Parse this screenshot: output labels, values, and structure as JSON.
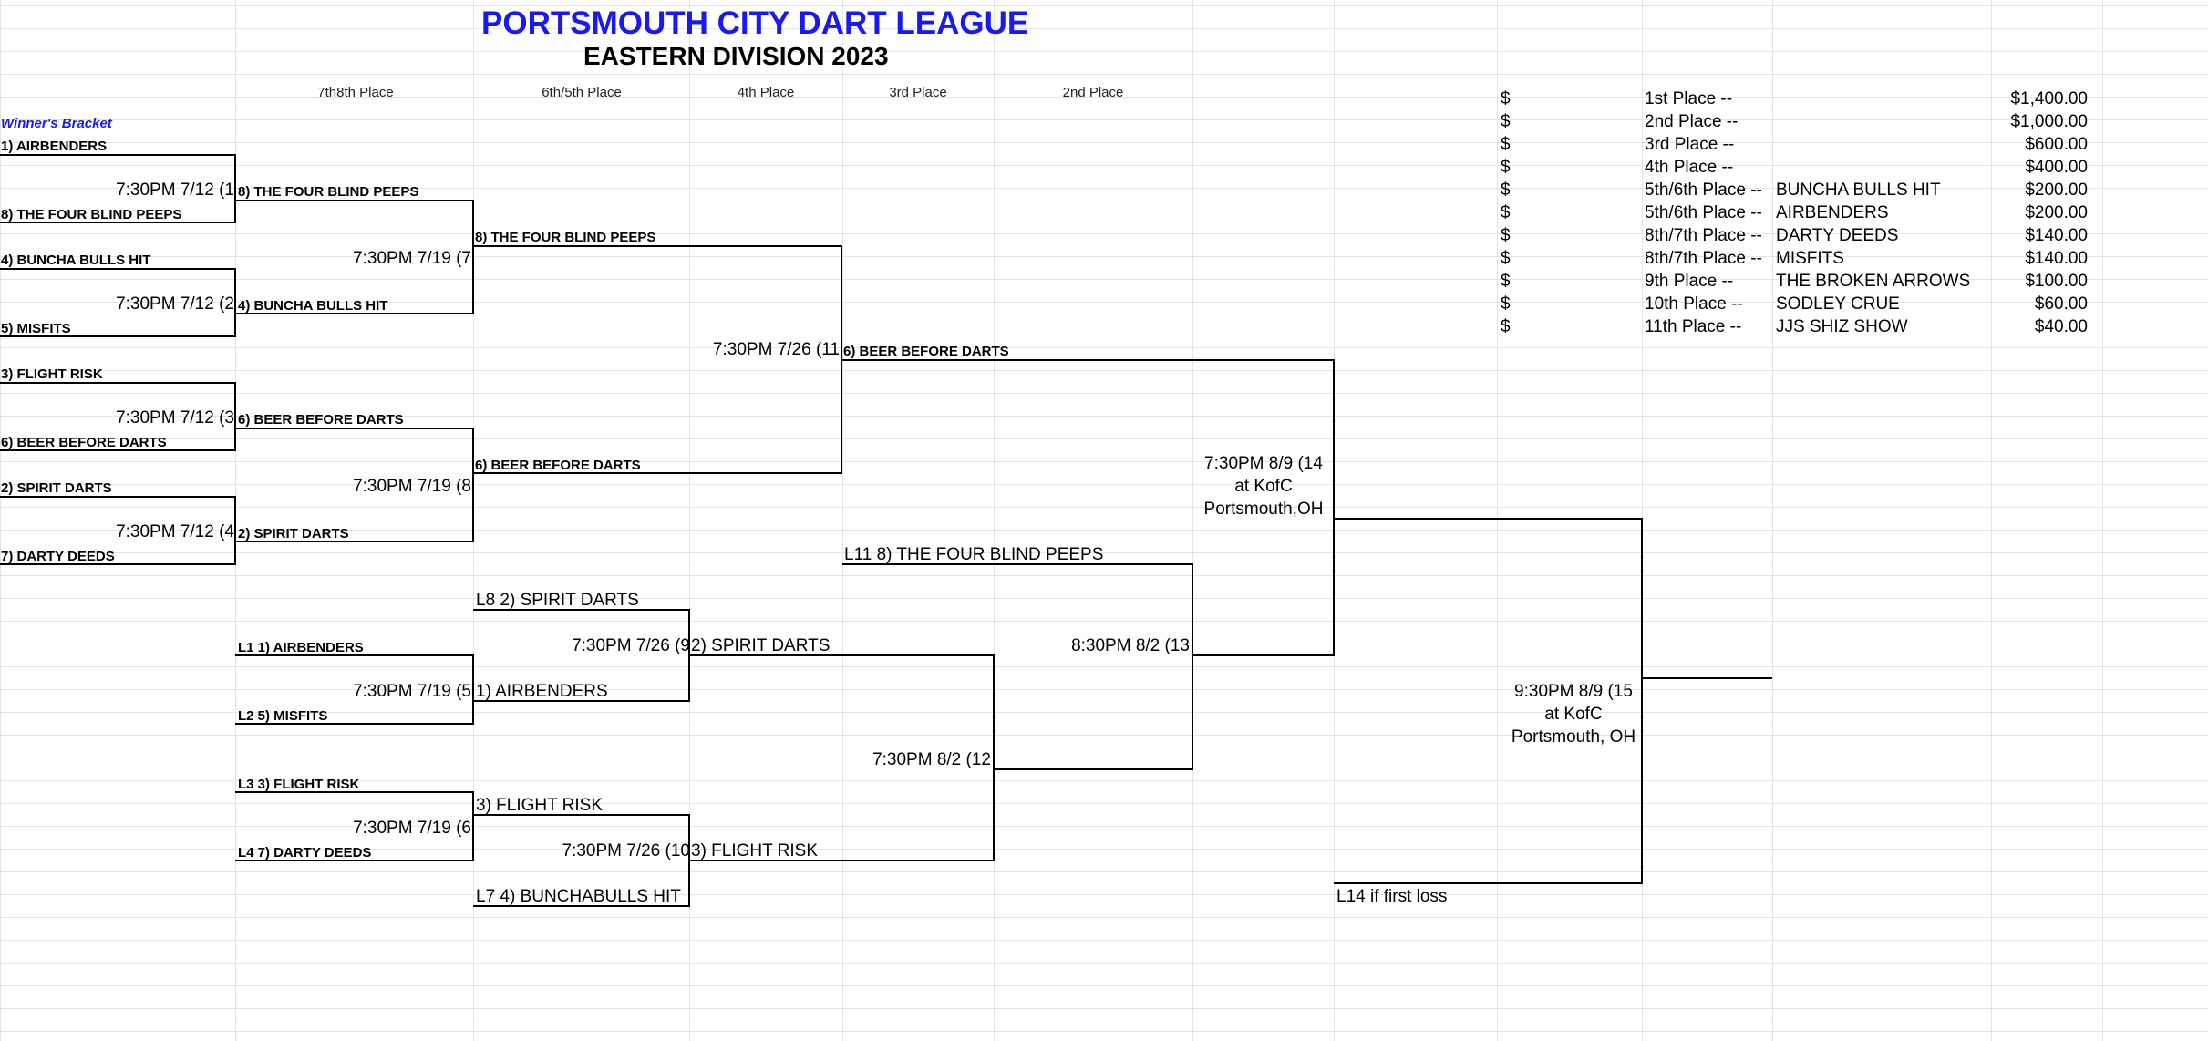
{
  "title": "PORTSMOUTH CITY DART LEAGUE",
  "subtitle": "EASTERN DIVISION 2023",
  "columns": [
    "7th8th Place",
    "6th/5th Place",
    "4th Place",
    "3rd Place",
    "2nd Place"
  ],
  "winners_label": "Winner's Bracket",
  "round1": {
    "teams": [
      "1) AIRBENDERS",
      "8) THE FOUR BLIND PEEPS",
      "4) BUNCHA BULLS HIT",
      "5) MISFITS",
      "3) FLIGHT RISK",
      "6) BEER BEFORE DARTS",
      "2) SPIRIT DARTS",
      "7) DARTY DEEDS"
    ],
    "games": [
      "7:30PM 7/12 (1",
      "7:30PM 7/12 (2",
      "7:30PM 7/12 (3",
      "7:30PM 7/12 (4"
    ]
  },
  "round2": {
    "teams": [
      "8) THE FOUR BLIND PEEPS",
      "4) BUNCHA BULLS HIT",
      "6) BEER BEFORE DARTS",
      "2) SPIRIT DARTS"
    ],
    "games": [
      "7:30PM 7/19 (7",
      "7:30PM 7/19 (8"
    ]
  },
  "round3": {
    "teams": [
      "8) THE FOUR BLIND PEEPS",
      "6) BEER BEFORE DARTS"
    ],
    "game": "7:30PM 7/26 (11"
  },
  "winners_final_team": "6) BEER BEFORE DARTS",
  "final": {
    "line1": "7:30PM 8/9 (14",
    "line2": "at KofC",
    "line3": "Portsmouth,OH"
  },
  "losers": {
    "l1": "L1 1) AIRBENDERS",
    "l2": "L2 5) MISFITS",
    "l3": "L3 3) FLIGHT RISK",
    "l4": "L4 7) DARTY DEEDS",
    "g5": "7:30PM 7/19 (5",
    "g6": "7:30PM 7/19 (6",
    "l8": "L8 2) SPIRIT DARTS",
    "w5": "1) AIRBENDERS",
    "w6": "3) FLIGHT RISK",
    "l7": "L7 4) BUNCHABULLS HIT",
    "g9": "7:30PM 7/26 (9",
    "g10": "7:30PM 7/26 (10",
    "w9": "2) SPIRIT DARTS",
    "w10": "3) FLIGHT RISK",
    "g12": "7:30PM 8/2 (12",
    "l11": "L11 8) THE FOUR BLIND PEEPS",
    "g13": "8:30PM 8/2 (13"
  },
  "championship": {
    "line1": "9:30PM 8/9  (15",
    "line2": "at KofC",
    "line3": "Portsmouth, OH"
  },
  "l14": "L14 if first loss",
  "prizes": [
    {
      "sym": "$",
      "place": "1st Place --",
      "team": "",
      "amount": "$1,400.00"
    },
    {
      "sym": "$",
      "place": "2nd Place --",
      "team": "",
      "amount": "$1,000.00"
    },
    {
      "sym": "$",
      "place": "3rd Place --",
      "team": "",
      "amount": "$600.00"
    },
    {
      "sym": "$",
      "place": "4th Place --",
      "team": "",
      "amount": "$400.00"
    },
    {
      "sym": "$",
      "place": "5th/6th Place --",
      "team": "BUNCHA BULLS HIT",
      "amount": "$200.00"
    },
    {
      "sym": "$",
      "place": "5th/6th Place --",
      "team": "AIRBENDERS",
      "amount": "$200.00"
    },
    {
      "sym": "$",
      "place": "8th/7th Place --",
      "team": "DARTY DEEDS",
      "amount": "$140.00"
    },
    {
      "sym": "$",
      "place": "8th/7th Place --",
      "team": "MISFITS",
      "amount": "$140.00"
    },
    {
      "sym": "$",
      "place": "9th Place --",
      "team": "THE BROKEN ARROWS",
      "amount": "$100.00"
    },
    {
      "sym": "$",
      "place": "10th Place --",
      "team": "SODLEY CRUE",
      "amount": "$60.00"
    },
    {
      "sym": "$",
      "place": "11th Place --",
      "team": "JJS SHIZ SHOW",
      "amount": "$40.00"
    }
  ]
}
